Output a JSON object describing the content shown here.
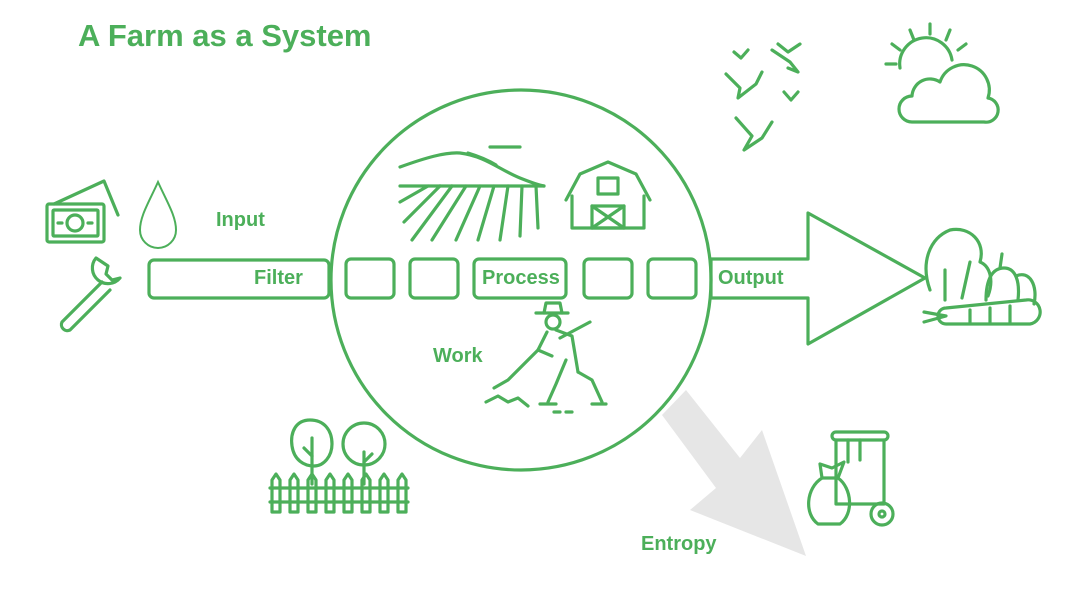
{
  "title": "A Farm as a System",
  "labels": {
    "input": "Input",
    "filter": "Filter",
    "process": "Process",
    "output": "Output",
    "work": "Work",
    "entropy": "Entropy"
  },
  "colors": {
    "accent": "#4caf5a",
    "entropy_arrow": "#e6e6e6",
    "background": "#ffffff"
  },
  "icons": {
    "inputs": [
      "money-icon",
      "water-drop-icon",
      "wrench-icon"
    ],
    "process": [
      "field-icon",
      "barn-icon",
      "farmer-icon"
    ],
    "environment": [
      "birds-icon",
      "sun-cloud-icon",
      "trees-fence-icon"
    ],
    "output": "vegetables-icon",
    "waste": "waste-bin-icon"
  }
}
